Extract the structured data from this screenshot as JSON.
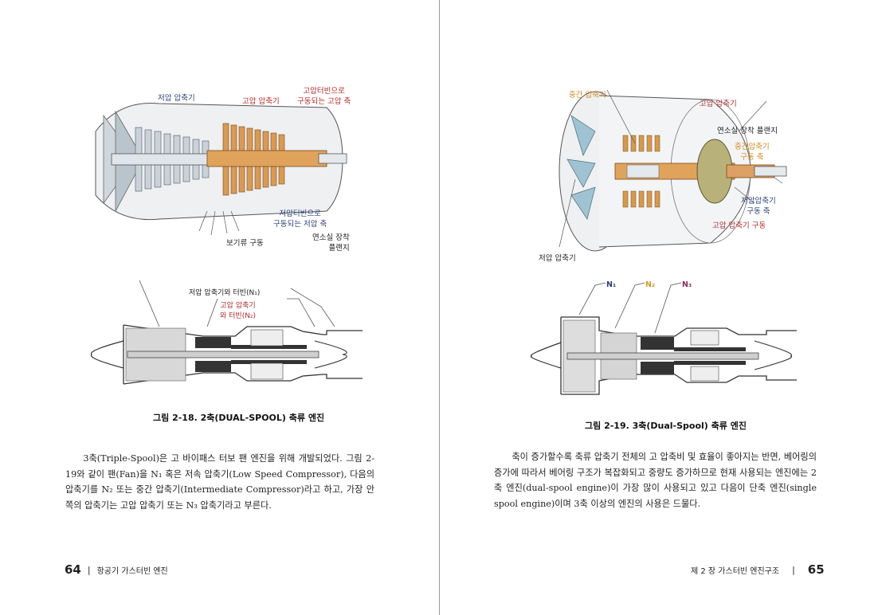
{
  "left_page": {
    "figure_top_labels": {
      "low_compressor": "저압 압축기",
      "high_compressor": "고압 압축기",
      "hp_shaft_1": "고압터빈으로",
      "hp_shaft_2": "구동되는 고압 축",
      "lp_shaft_1": "저압터빈으로",
      "lp_shaft_2": "구동되는 저압 축",
      "accessory_drive": "보기류 구동",
      "combustor_flange_1": "연소실 장착",
      "combustor_flange_2": "플랜지"
    },
    "schematic_labels": {
      "n1": "저압 압축기와 터빈(N₁)",
      "n2_1": "고압 압축기",
      "n2_2": "와 터빈(N₂)"
    },
    "caption": "그림 2-18. 2축(DUAL-SPOOL) 축류 엔진",
    "paragraph": "3축(Triple-Spool)은 고 바이패스 터보 팬 엔진을 위해 개발되었다. 그림 2-19와 같이 팬(Fan)을 N₁ 혹은 저속 압축기(Low Speed Compressor), 다음의 압축기를 N₂ 또는 중간 압축기(Intermediate Compressor)라고 하고, 가장 안쪽의 압축기는 고압 압축기 또는 N₃ 압축기라고 부른다.",
    "footer": {
      "page_number": "64",
      "separator": "|",
      "book_title": "항공기 가스터빈 엔진"
    }
  },
  "right_page": {
    "figure_top_labels": {
      "intermediate_compressor": "중간 압축기",
      "high_compressor": "고압 압축기",
      "combustor_flange": "연소실 장착 플랜지",
      "ip_shaft_1": "중간압축기",
      "ip_shaft_2": "구동 축",
      "lp_shaft_1": "저압압축기",
      "lp_shaft_2": "구동 축",
      "hp_drive": "고압 압축기 구동",
      "low_compressor": "저압 압축기"
    },
    "schematic_labels": {
      "n1": "N₁",
      "n2": "N₂",
      "n3": "N₃"
    },
    "caption": "그림 2-19. 3축(Dual-Spool) 축류 엔진",
    "paragraph": "축이 증가할수록 축류 압축기 전체의 고 압축비 및 효율이 좋아지는 반면, 베어링의 증가에 따라서 베어링 구조가 복잡화되고 중량도 증가하므로 현재 사용되는 엔진에는 2축 엔진(dual-spool engine)이 가장 많이 사용되고 있고 다음이 단축 엔진(single spool engine)이며 3축 이상의 엔진의 사용은 드물다.",
    "footer": {
      "chapter": "제 2 장  가스터빈 엔진구조",
      "separator": "|",
      "page_number": "65"
    }
  }
}
